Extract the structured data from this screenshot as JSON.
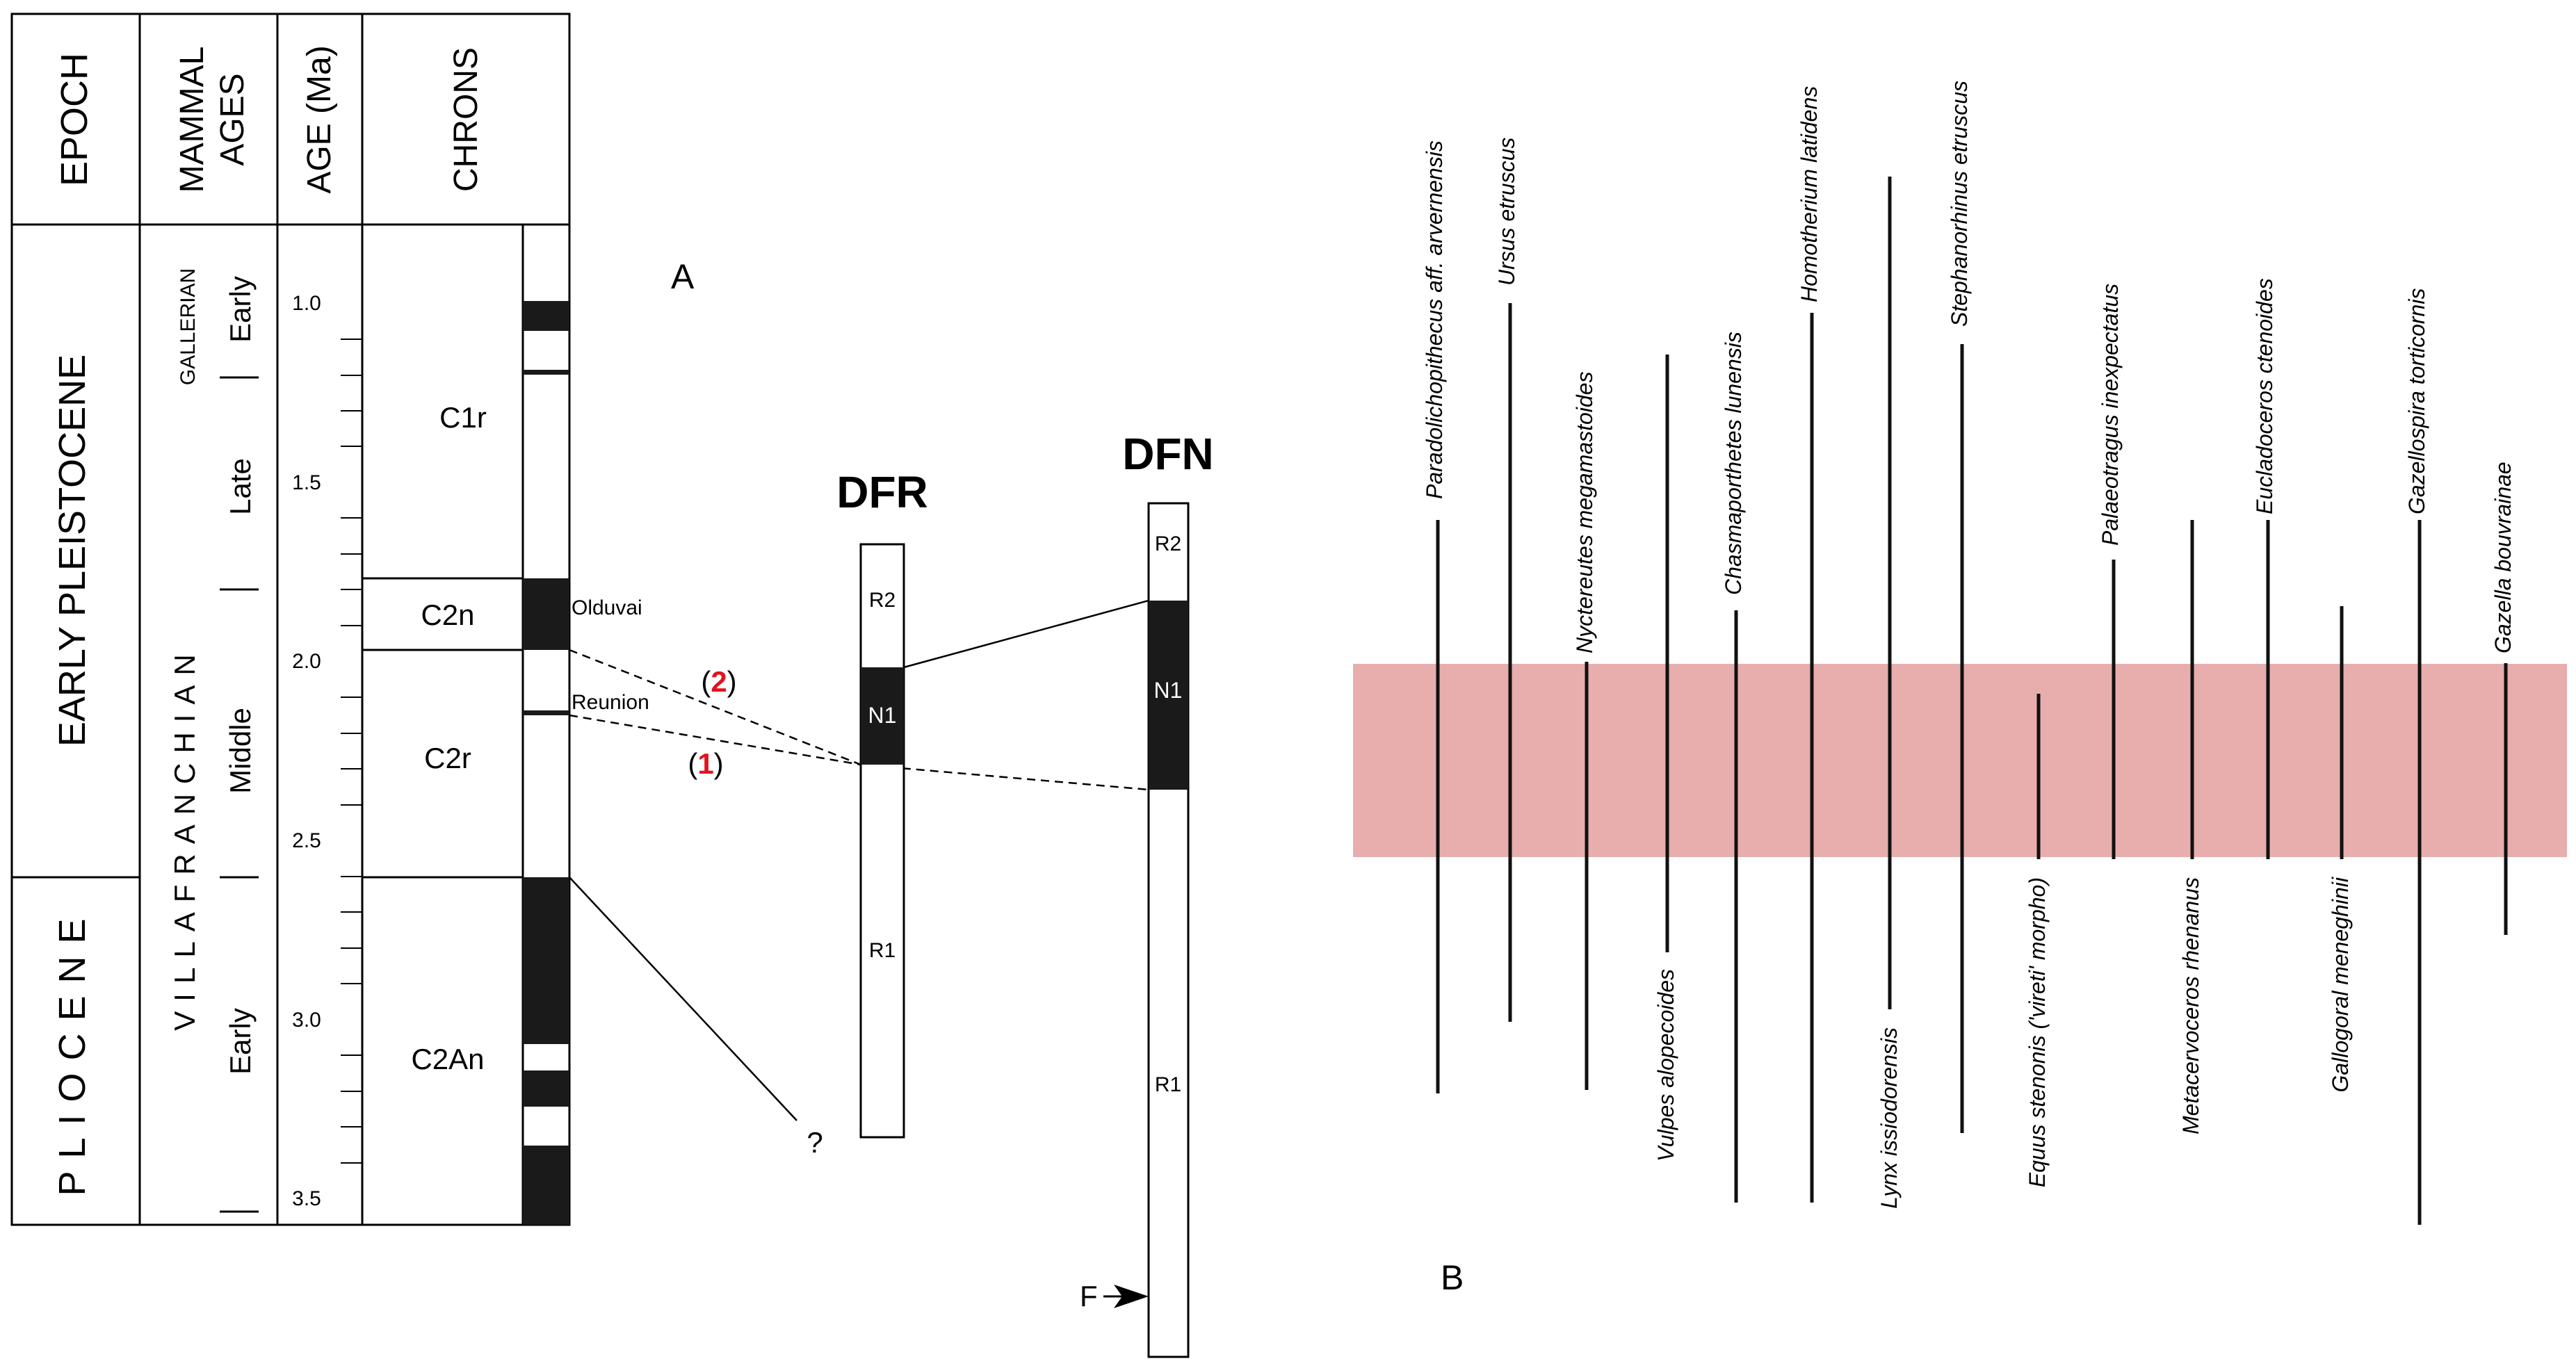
{
  "panel_a": {
    "panel_label": "A",
    "headers": {
      "epoch": "EPOCH",
      "mammal_ages": [
        "MAMMAL",
        "AGES"
      ],
      "age": "AGE (Ma)",
      "chrons": "CHRONS"
    },
    "epochs": [
      {
        "label": "EARLY PLEISTOCENE",
        "from_ma": 0.75,
        "to_ma": 2.58
      },
      {
        "label": "PLIOCENE",
        "from_ma": 2.58,
        "to_ma": 3.6
      }
    ],
    "mammal_stages": [
      {
        "label": "GALLERIAN"
      },
      {
        "label": "VILLAFRANCHIAN"
      }
    ],
    "mammal_substages": [
      {
        "label": "Early",
        "stage": "GALLERIAN"
      },
      {
        "label": "Late",
        "stage": "VILLAFRANCHIAN"
      },
      {
        "label": "Middle",
        "stage": "VILLAFRANCHIAN"
      },
      {
        "label": "Early",
        "stage": "VILLAFRANCHIAN"
      }
    ],
    "age_ticks": [
      "1.0",
      "1.5",
      "2.0",
      "2.5",
      "3.0",
      "3.5"
    ],
    "chrons": [
      "C1r",
      "C2n",
      "C2r",
      "C2An"
    ],
    "subchrons": [
      "Olduvai",
      "Reunion"
    ],
    "question_mark": "?",
    "correlations": [
      {
        "label_open": "(",
        "number": "2",
        "label_close": ")"
      },
      {
        "label_open": "(",
        "number": "1",
        "label_close": ")"
      }
    ],
    "sections": [
      {
        "name": "DFR",
        "zones": [
          "R2",
          "N1",
          "R1"
        ]
      },
      {
        "name": "DFN",
        "zones": [
          "R2",
          "N1",
          "R1"
        ],
        "marker": "F"
      }
    ],
    "number_color": "#e0141e"
  },
  "panel_b": {
    "panel_label": "B",
    "band_color": "#e8adad",
    "taxa": [
      {
        "name": "Paradolichopithecus aff. arvernensis",
        "label_side": "top"
      },
      {
        "name": "Ursus etruscus",
        "label_side": "top"
      },
      {
        "name": "Nyctereutes megamastoides",
        "label_side": "top"
      },
      {
        "name": "Vulpes alopecoides",
        "label_side": "bottom"
      },
      {
        "name": "Chasmaporthetes lunensis",
        "label_side": "top"
      },
      {
        "name": "Homotherium latidens",
        "label_side": "top"
      },
      {
        "name": "Lynx issiodorensis",
        "label_side": "bottom"
      },
      {
        "name": "Stephanorhinus etruscus",
        "label_side": "top"
      },
      {
        "name": "Equus stenonis ('vireti' morpho)",
        "label_side": "bottom"
      },
      {
        "name": "Palaeotragus inexpectatus",
        "label_side": "top"
      },
      {
        "name": "Metacervoceros rhenanus",
        "label_side": "bottom"
      },
      {
        "name": "Eucladoceros ctenoides",
        "label_side": "top"
      },
      {
        "name": "Gallogoral meneghinii",
        "label_side": "bottom"
      },
      {
        "name": "Gazellospira torticornis",
        "label_side": "top"
      },
      {
        "name": "Gazella bouvrainae",
        "label_side": "top"
      }
    ]
  }
}
